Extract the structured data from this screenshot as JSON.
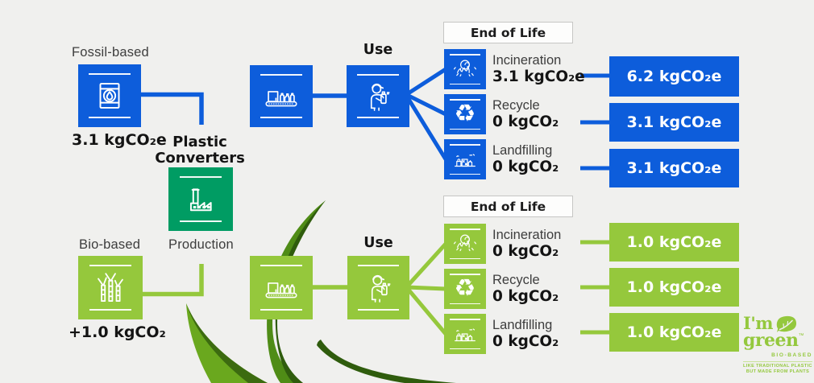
{
  "colors": {
    "blue": "#0d5ddb",
    "teal_green": "#009c63",
    "light_green": "#95c83c",
    "background": "#f0f0ee",
    "leaf_dark": "#2f5c0d",
    "leaf_mid": "#5c9a1a"
  },
  "fossil": {
    "label": "Fossil-based",
    "value": "3.1 kgCO₂e"
  },
  "bio": {
    "label": "Bio-based",
    "value": "+1.0 kgCO₂"
  },
  "converters": {
    "title1": "Plastic",
    "title2": "Converters",
    "production": "Production"
  },
  "top_chain": {
    "use": "Use"
  },
  "bottom_chain": {
    "use": "Use"
  },
  "top_eol": {
    "header": "End of Life",
    "items": [
      {
        "name": "Incineration",
        "value": "3.1 kgCO₂e"
      },
      {
        "name": "Recycle",
        "value": "0 kgCO₂"
      },
      {
        "name": "Landfilling",
        "value": "0 kgCO₂"
      }
    ],
    "totals": [
      "6.2 kgCO₂e",
      "3.1 kgCO₂e",
      "3.1 kgCO₂e"
    ]
  },
  "bottom_eol": {
    "header": "End of Life",
    "items": [
      {
        "name": "Incineration",
        "value": "0 kgCO₂"
      },
      {
        "name": "Recycle",
        "value": "0 kgCO₂"
      },
      {
        "name": "Landfilling",
        "value": "0 kgCO₂"
      }
    ],
    "totals": [
      "1.0 kgCO₂e",
      "1.0 kgCO₂e",
      "1.0 kgCO₂e"
    ]
  },
  "logo": {
    "im": "I'm",
    "green": "green",
    "mark": "™",
    "biobased": "BIO-BASED",
    "tag1": "LIKE TRADITIONAL PLASTIC",
    "tag2": "BUT MADE FROM PLANTS"
  },
  "recycle_glyph": "♻"
}
